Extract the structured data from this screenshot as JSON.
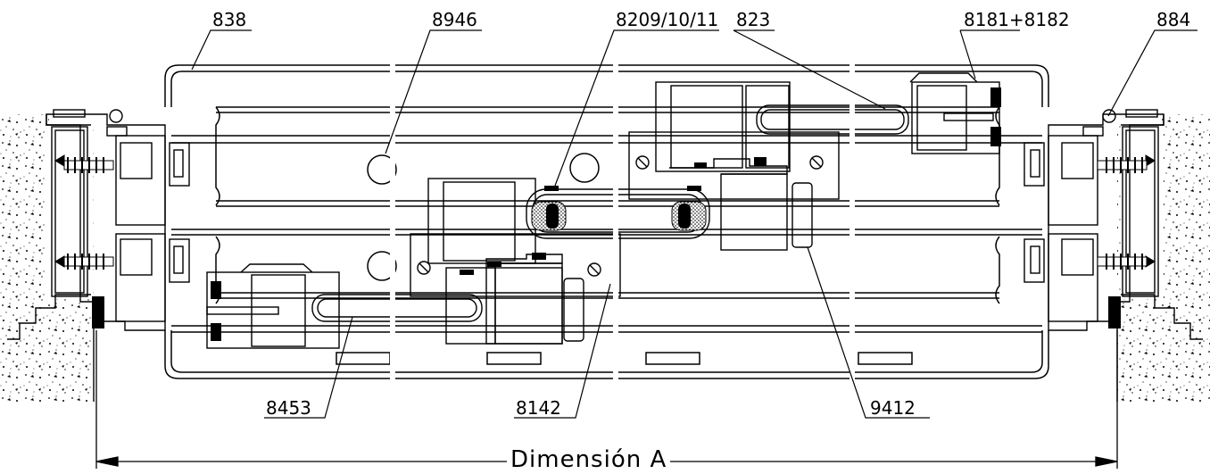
{
  "labels": {
    "l838": "838",
    "l8946": "8946",
    "l8209": "8209/10/11",
    "l823": "823",
    "l8181": "8181+8182",
    "l884": "884",
    "l8453": "8453",
    "l8142": "8142",
    "l9412": "9412"
  },
  "dimension_label": "Dimensión  A",
  "colors": {
    "line": "#000000",
    "background": "#ffffff",
    "seal": "#000000"
  }
}
